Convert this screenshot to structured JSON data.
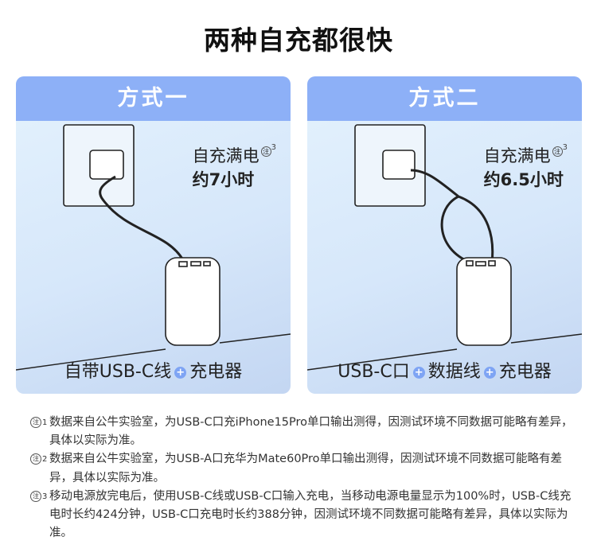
{
  "title": "两种自充都很快",
  "note_mark": "注",
  "cards": [
    {
      "header": "方式一",
      "time_label": "自充满电",
      "time_note": "3",
      "time_value": "约7小时",
      "caption_a": "自带USB-C线",
      "caption_b": "充电器",
      "caption_mid": ""
    },
    {
      "header": "方式二",
      "time_label": "自充满电",
      "time_note": "3",
      "time_value": "约6.5小时",
      "caption_a": "USB-C口",
      "caption_b": "数据线",
      "caption_c": "充电器"
    }
  ],
  "plus_symbol": "+",
  "footnotes": [
    {
      "num": "1",
      "text": "数据来自公牛实验室，为USB-C口充iPhone15Pro单口输出测得，因测试环境不同数据可能略有差异，具体以实际为准。"
    },
    {
      "num": "2",
      "text": "数据来自公牛实验室，为USB-A口充华为Mate60Pro单口输出测得，因测试环境不同数据可能略有差异，具体以实际为准。"
    },
    {
      "num": "3",
      "text": "移动电源放完电后，使用USB-C线或USB-C口输入充电，当移动电源电量显示为100%时，USB-C线充电时长约424分钟，USB-C口充电时长约388分钟，因测试环境不同数据可能略有差异，具体以实际为准。"
    }
  ],
  "colors": {
    "header": "#8db0f7",
    "plus": "#7ea4f4"
  }
}
